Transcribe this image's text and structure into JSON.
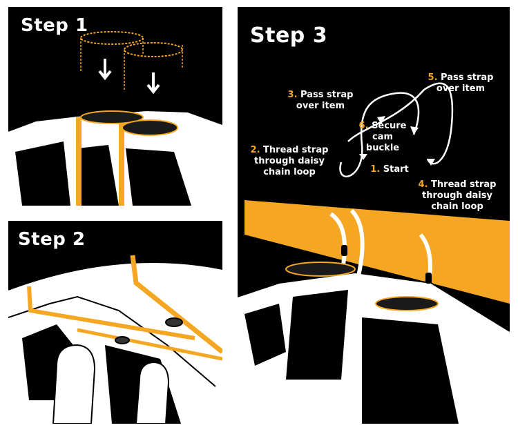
{
  "colors": {
    "accent": "#f5a623",
    "background": "#000000",
    "line": "#ffffff"
  },
  "panels": {
    "step1": {
      "title": "Step 1"
    },
    "step2": {
      "title": "Step 2"
    },
    "step3": {
      "title": "Step 3",
      "instructions": [
        {
          "num": "1.",
          "text": "Start"
        },
        {
          "num": "2.",
          "text_l1": "Thread strap",
          "text_l2": "through daisy",
          "text_l3": "chain loop"
        },
        {
          "num": "3.",
          "text_l1": "Pass strap",
          "text_l2": "over item"
        },
        {
          "num": "4.",
          "text_l1": "Thread strap",
          "text_l2": "through daisy",
          "text_l3": "chain loop"
        },
        {
          "num": "5.",
          "text_l1": "Pass strap",
          "text_l2": "over item"
        },
        {
          "num": "6.",
          "text_l1": "Secure",
          "text_l2": "cam",
          "text_l3": "buckle"
        }
      ]
    }
  }
}
